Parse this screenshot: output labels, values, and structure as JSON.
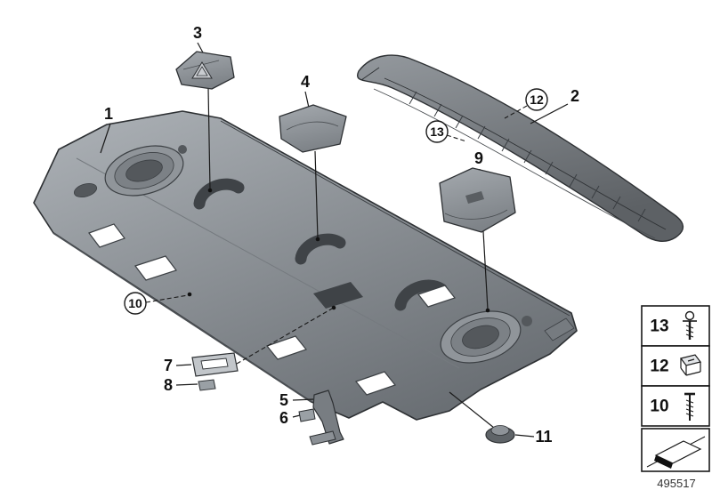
{
  "colors": {
    "background": "#ffffff",
    "outline": "#1a1a1a",
    "part_gray": "#8b9095",
    "dark_cutout": "#3f4347",
    "legend_border": "#1a1a1a"
  },
  "diagram": {
    "doc_number": "495517",
    "callouts": {
      "1": "1",
      "2": "2",
      "3": "3",
      "4": "4",
      "5": "5",
      "6": "6",
      "7": "7",
      "8": "8",
      "9": "9",
      "10": "10",
      "11": "11",
      "12": "12",
      "13": "13"
    },
    "circled_callouts": [
      "10",
      "12",
      "13"
    ],
    "legend": {
      "rows": [
        {
          "label": "13",
          "icon": "push-rivet-icon"
        },
        {
          "label": "12",
          "icon": "trim-clip-icon"
        },
        {
          "label": "10",
          "icon": "screw-icon"
        }
      ],
      "footer_icon": "wedge-icon"
    }
  }
}
